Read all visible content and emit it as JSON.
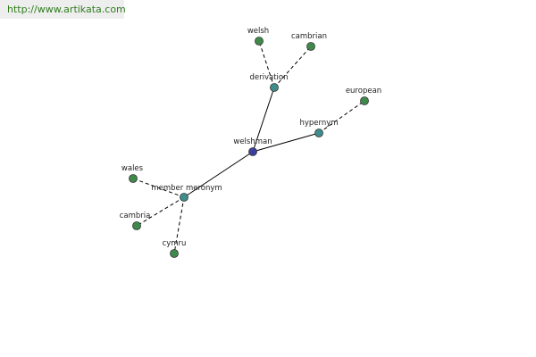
{
  "header": {
    "url": "http://www.artikata.com"
  },
  "nodes": {
    "welshman": {
      "label": "welshman",
      "color": "#3d3f9c"
    },
    "derivation": {
      "label": "derivation",
      "color": "#3f8c8c"
    },
    "hypernym": {
      "label": "hypernym",
      "color": "#3f8c8c"
    },
    "member_meronym": {
      "label": "member meronym",
      "color": "#3f8c8c"
    },
    "welsh": {
      "label": "welsh",
      "color": "#3f8a4a"
    },
    "cambrian": {
      "label": "cambrian",
      "color": "#3f8a4a"
    },
    "european": {
      "label": "european",
      "color": "#3f8a4a"
    },
    "wales": {
      "label": "wales",
      "color": "#3f8a4a"
    },
    "cambria": {
      "label": "cambria",
      "color": "#3f8a4a"
    },
    "cymru": {
      "label": "cymru",
      "color": "#3f8a4a"
    }
  },
  "edges": [
    {
      "from": "welshman",
      "to": "derivation",
      "style": "solid"
    },
    {
      "from": "welshman",
      "to": "hypernym",
      "style": "solid"
    },
    {
      "from": "welshman",
      "to": "member_meronym",
      "style": "solid"
    },
    {
      "from": "derivation",
      "to": "welsh",
      "style": "dashed"
    },
    {
      "from": "derivation",
      "to": "cambrian",
      "style": "dashed"
    },
    {
      "from": "hypernym",
      "to": "european",
      "style": "dashed"
    },
    {
      "from": "member_meronym",
      "to": "wales",
      "style": "dashed"
    },
    {
      "from": "member_meronym",
      "to": "cambria",
      "style": "dashed"
    },
    {
      "from": "member_meronym",
      "to": "cymru",
      "style": "dashed"
    }
  ]
}
